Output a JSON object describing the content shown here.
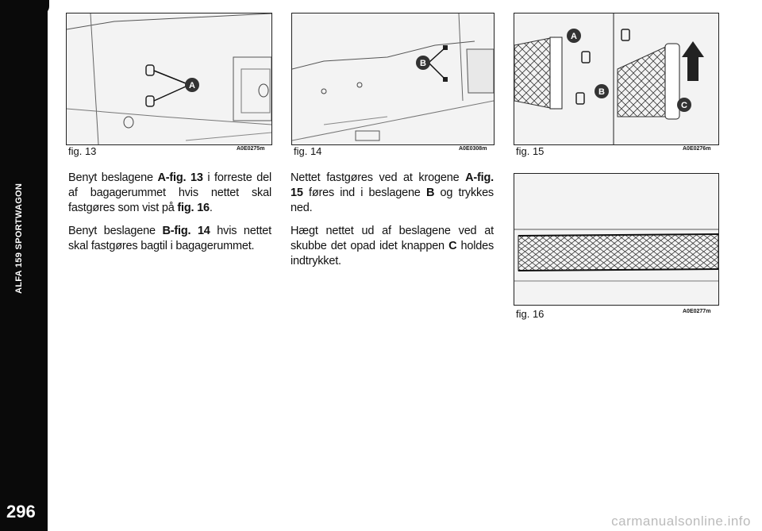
{
  "sidebar": {
    "title": "ALFA 159 SPORTWAGON",
    "page_number": "296"
  },
  "figures": [
    {
      "label": "fig. 13",
      "code": "A0E0275m",
      "callouts": [
        "A"
      ]
    },
    {
      "label": "fig. 14",
      "code": "A0E0308m",
      "callouts": [
        "B"
      ]
    },
    {
      "label": "fig. 15",
      "code": "A0E0276m",
      "callouts": [
        "A",
        "B",
        "C"
      ]
    },
    {
      "label": "fig. 16",
      "code": "A0E0277m",
      "callouts": []
    }
  ],
  "col1": {
    "p1": [
      "Benyt beslagene ",
      "A-fig. 13",
      " i forreste del af bagagerummet hvis nettet skal fastgøres som vist på ",
      "fig. 16",
      "."
    ],
    "p2": [
      "Benyt beslagene ",
      "B-fig. 14",
      " hvis nettet skal fastgøres bagtil i bagagerummet."
    ]
  },
  "col2": {
    "p1": [
      "Nettet fastgøres ved at krogene ",
      "A-fig. 15",
      " føres ind i beslagene ",
      "B",
      " og trykkes ned."
    ],
    "p2": [
      "Hægt nettet ud af beslagene ved at skubbe det opad idet knappen ",
      "C",
      " holdes indtrykket."
    ]
  },
  "watermark": "carmanualsonline.info"
}
